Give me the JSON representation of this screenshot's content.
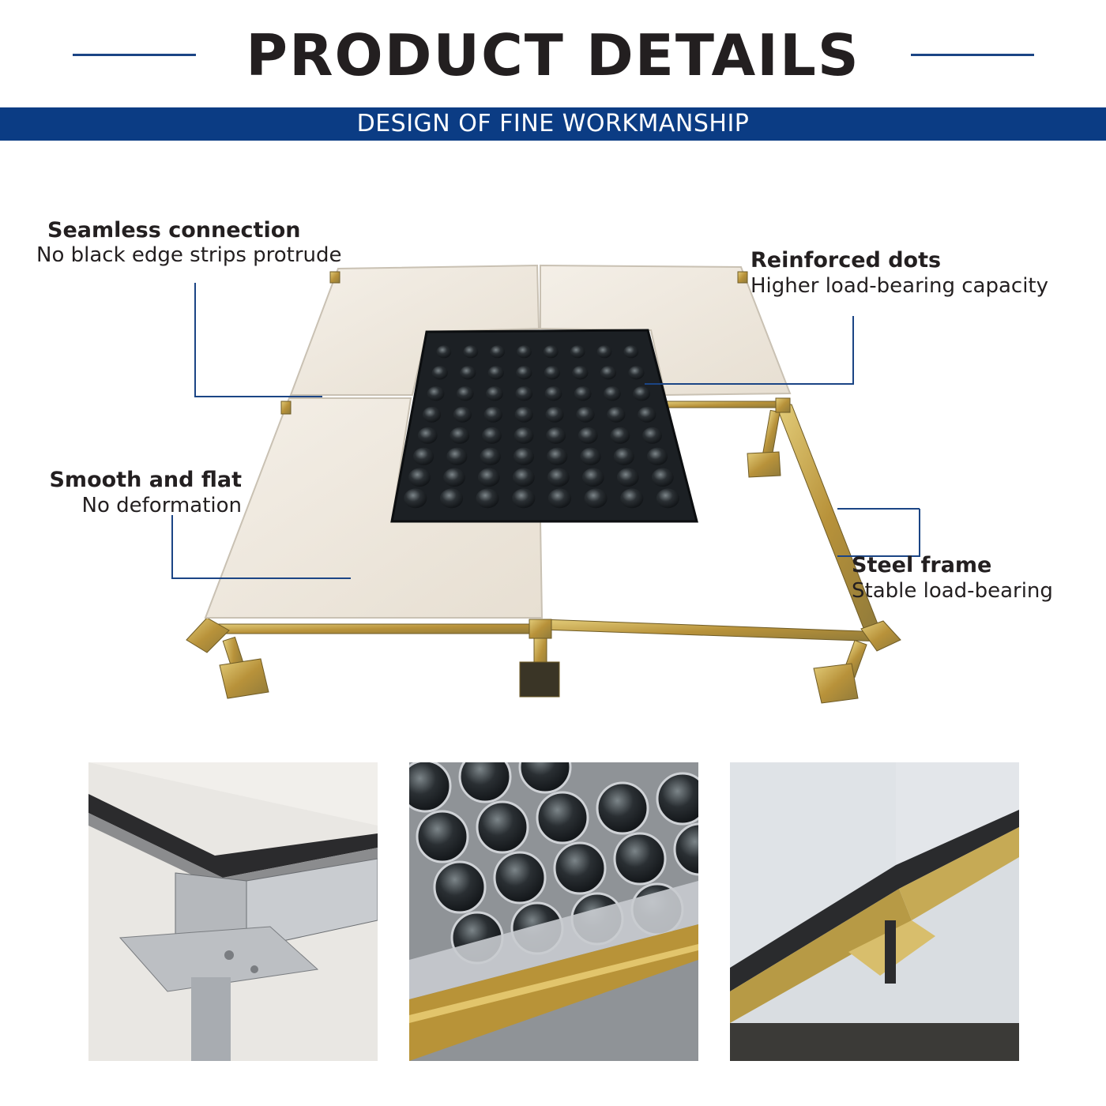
{
  "header": {
    "title": "PRODUCT DETAILS",
    "subtitle": "DESIGN OF FINE WORKMANSHIP"
  },
  "callouts": {
    "seamless": {
      "heading": "Seamless connection",
      "text": "No black edge strips protrude"
    },
    "reinforced": {
      "heading": "Reinforced dots",
      "text": "Higher load-bearing capacity"
    },
    "smooth": {
      "heading": "Smooth and flat",
      "text": "No deformation"
    },
    "steel": {
      "heading": "Steel frame",
      "text": "Stable load-bearing"
    }
  },
  "colors": {
    "brand_blue": "#0b3c84",
    "leader_blue": "#1b4585",
    "tile": "#efe9df",
    "frame_gold": "#c7a948"
  },
  "photos": [
    "stringer-corner-photo",
    "reinforced-dots-closeup-photo",
    "panel-joint-photo"
  ]
}
